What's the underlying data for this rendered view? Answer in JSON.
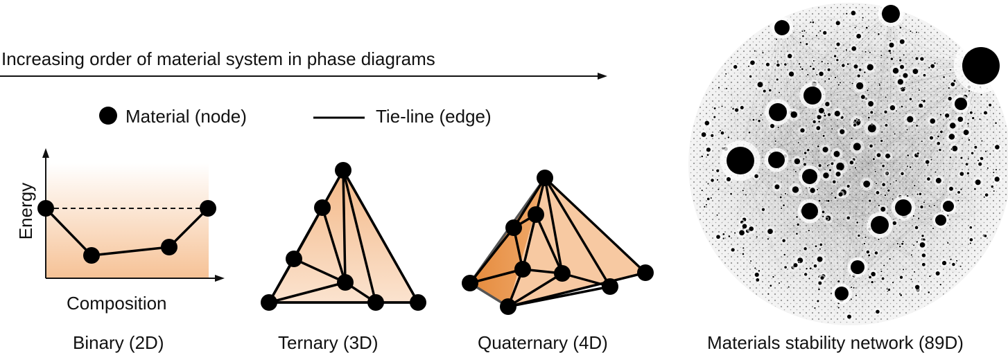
{
  "labels": {
    "title": "Increasing order of material system in phase diagrams",
    "legend_node": "Material (node)",
    "legend_edge": "Tie-line (edge)",
    "energy_axis": "Energy",
    "composition_axis": "Composition",
    "binary_caption": "Binary (2D)",
    "ternary_caption": "Ternary (3D)",
    "quaternary_caption": "Quaternary (4D)",
    "network_caption": "Materials stability network (89D)"
  },
  "colors": {
    "node": "#000000",
    "fill_light": "#fbe0c8",
    "fill_mid": "#f6c196",
    "fill_dark": "#e69349",
    "gradient_top": "#ffffff",
    "gradient_bottom": "#f6c296"
  }
}
